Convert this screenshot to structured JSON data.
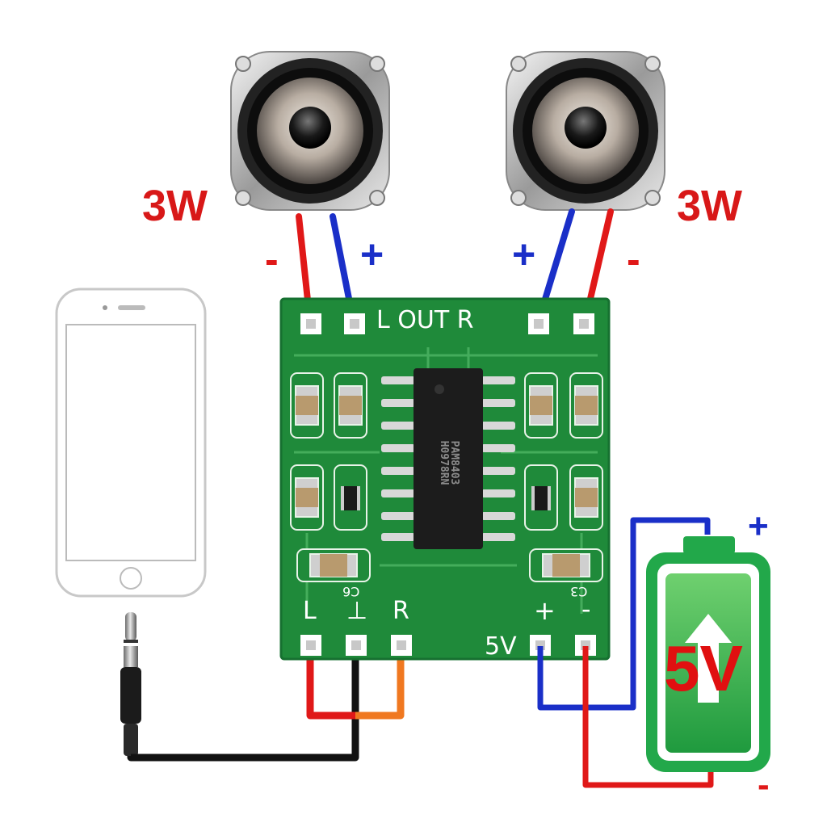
{
  "speakers": {
    "left": {
      "power_label": "3W",
      "neg_label": "-",
      "pos_label": "+"
    },
    "right": {
      "power_label": "3W",
      "neg_label": "-",
      "pos_label": "+"
    }
  },
  "board": {
    "out_label": "L  OUT  R",
    "input_labels": {
      "left": "L",
      "ground": "⊥",
      "right": "R"
    },
    "power_label": "5V",
    "power_pos": "+",
    "power_neg": "-",
    "chip_text": [
      "PAM8403",
      "H0978RN"
    ],
    "silkscreen": {
      "c6": "C6",
      "c3": "C3"
    }
  },
  "battery": {
    "label": "5V",
    "pos_label": "+",
    "neg_label": "-"
  },
  "colors": {
    "pcb": "#1f8a3a",
    "wire_red": "#e01818",
    "wire_blue": "#1a2fc8",
    "wire_black": "#111111",
    "wire_orange": "#f07820",
    "battery": "#22a84a"
  }
}
